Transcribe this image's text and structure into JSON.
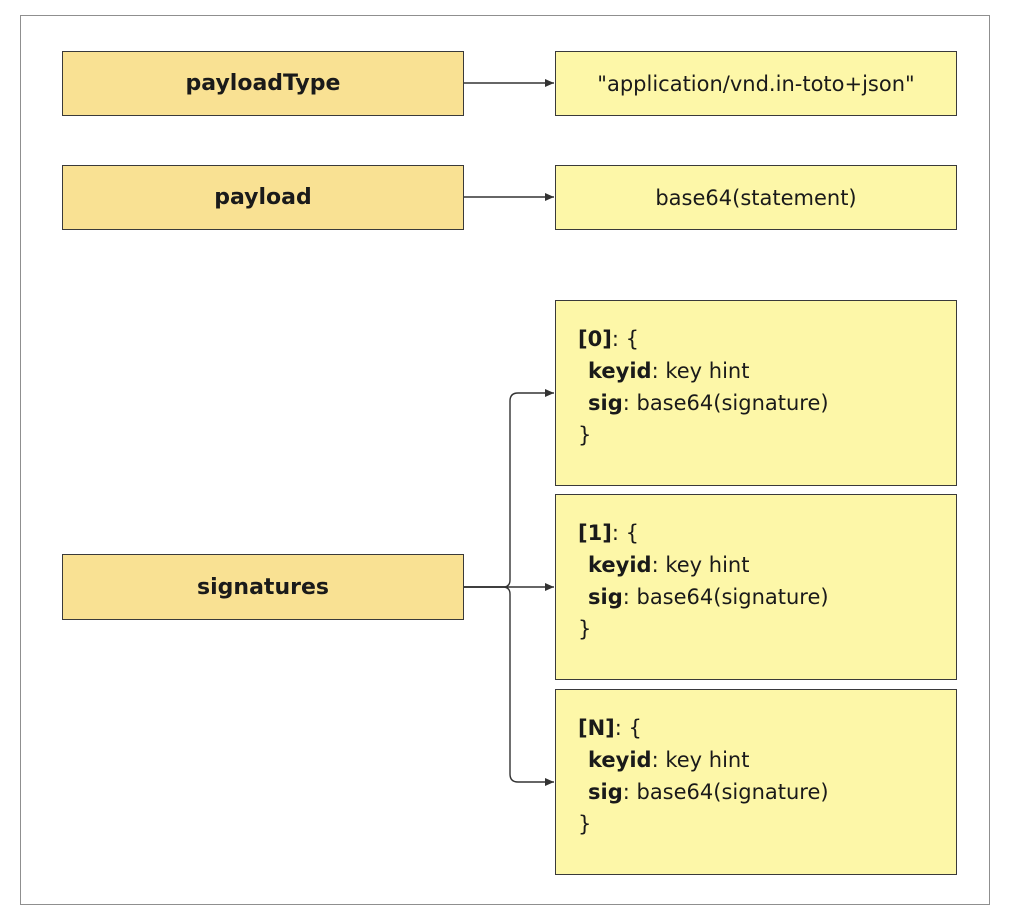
{
  "diagram": {
    "payload_type": {
      "key": "payloadType",
      "value": "\"application/vnd.in-toto+json\""
    },
    "payload": {
      "key": "payload",
      "value": "base64(statement)"
    },
    "signatures": {
      "key": "signatures",
      "items": [
        {
          "index": "[0]",
          "open": ": {",
          "keyid_field": "keyid",
          "keyid_value": ": key hint",
          "sig_field": "sig",
          "sig_value": ": base64(signature)",
          "close": "}"
        },
        {
          "index": "[1]",
          "open": ": {",
          "keyid_field": "keyid",
          "keyid_value": ": key hint",
          "sig_field": "sig",
          "sig_value": ": base64(signature)",
          "close": "}"
        },
        {
          "index": "[N]",
          "open": ": {",
          "keyid_field": "keyid",
          "keyid_value": ": key hint",
          "sig_field": "sig",
          "sig_value": ": base64(signature)",
          "close": "}"
        }
      ]
    },
    "colors": {
      "key_fill": "#f9e193",
      "value_fill": "#fdf7a8",
      "stroke": "#3a3a3a"
    }
  }
}
